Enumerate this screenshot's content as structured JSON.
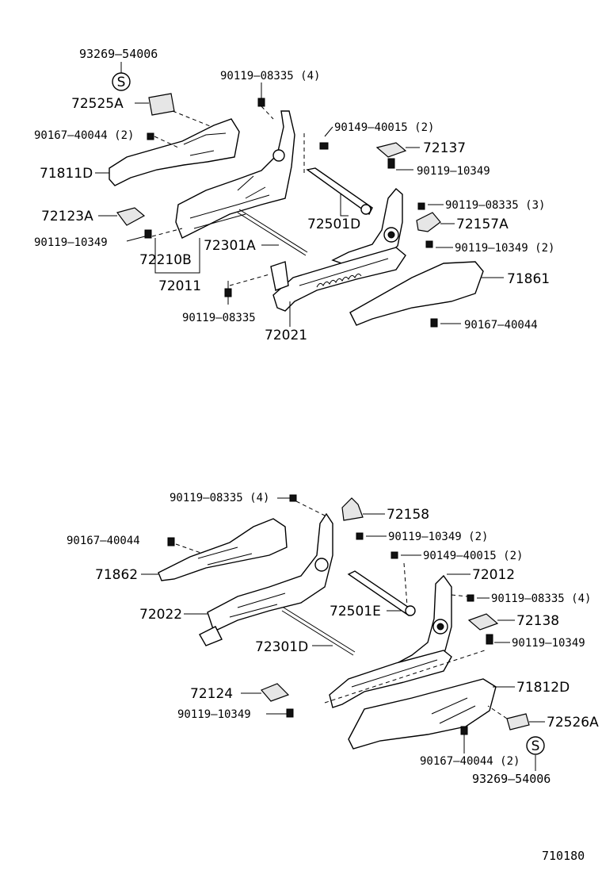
{
  "diagram_id": "710180",
  "symbol_s": "S",
  "top": {
    "p93269_54006": "93269–54006",
    "p90119_08335_4": "90119–08335 (4)",
    "p72525A": "72525A",
    "p90149_40015_2": "90149–40015 (2)",
    "p90167_40044_2": "90167–40044 (2)",
    "p72137": "72137",
    "p71811D": "71811D",
    "p90119_10349_a": "90119–10349",
    "p90119_08335_3": "90119–08335 (3)",
    "p72123A": "72123A",
    "p72501D": "72501D",
    "p72157A": "72157A",
    "p90119_10349_b": "90119–10349",
    "p72301A": "72301A",
    "p90119_10349_2": "90119–10349 (2)",
    "p72210B": "72210B",
    "p71861": "71861",
    "p72011": "72011",
    "p90119_08335": "90119–08335",
    "p90167_40044": "90167–40044",
    "p72021": "72021"
  },
  "bottom": {
    "p90119_08335_4a": "90119–08335 (4)",
    "p72158": "72158",
    "p90167_40044": "90167–40044",
    "p90119_10349_2": "90119–10349 (2)",
    "p90149_40015_2": "90149–40015 (2)",
    "p71862": "71862",
    "p72012": "72012",
    "p90119_08335_4b": "90119–08335 (4)",
    "p72022": "72022",
    "p72501E": "72501E",
    "p72138": "72138",
    "p90119_10349_a": "90119–10349",
    "p72301D": "72301D",
    "p72124": "72124",
    "p71812D": "71812D",
    "p90119_10349_b": "90119–10349",
    "p72526A": "72526A",
    "p90167_40044_2": "90167–40044 (2)",
    "p93269_54006": "93269–54006"
  }
}
